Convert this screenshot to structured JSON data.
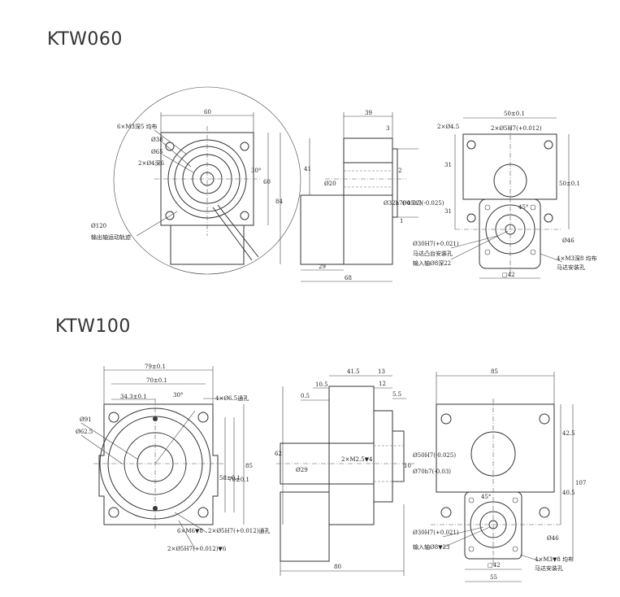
{
  "models": [
    {
      "title": "KTW060",
      "front_view": {
        "dims": [
          "60",
          "60",
          "84",
          "30°"
        ],
        "callouts": [
          "6×M3深5 均布",
          "Ø38",
          "Ø65",
          "2×Ø4深6",
          "Ø120",
          "输出轴运动轨迹"
        ]
      },
      "side_view": {
        "dims": [
          "39",
          "3",
          "41",
          "Ø20",
          "Ø32h7(-0.02)",
          "Ø45h7(-0.025)",
          "2",
          "1",
          "29",
          "68"
        ]
      },
      "rear_view": {
        "dims": [
          "50±0.1",
          "2×Ø4.5",
          "2×Ø5H7(+0.012)",
          "31",
          "31",
          "50±0.1",
          "45°",
          "Ø46",
          "□42"
        ],
        "callouts": [
          "Ø30H7(+0.021)",
          "马达凸台安装孔",
          "输入轴Ø8深22",
          "4×M3深8 均布",
          "马达安装孔"
        ]
      }
    },
    {
      "title": "KTW100",
      "front_view": {
        "dims": [
          "79±0.1",
          "70±0.1",
          "34.3±0.1",
          "30°",
          "Ø91",
          "Ø62.5",
          "58±0.1",
          "70±0.1",
          "85"
        ],
        "callouts": [
          "4×Ø6.5通孔",
          "6×M6▼8",
          "2×Ø5H7(+0.012)通孔",
          "2×Ø5H7(+0.012)▼6"
        ]
      },
      "side_view": {
        "dims": [
          "41.5",
          "13",
          "10.5",
          "12",
          "0.5",
          "5.5",
          "62",
          "Ø29",
          "2×M2.5▼4",
          "10",
          "Ø50H7(-0.025)",
          "Ø70h7(-0.03)",
          "80"
        ]
      },
      "rear_view": {
        "dims": [
          "85",
          "42.5",
          "107",
          "40.5",
          "45°",
          "Ø46",
          "□42",
          "55"
        ],
        "callouts": [
          "Ø30H7(+0.021)",
          "输入轴Ø8▼23",
          "4×M3▼8 均布",
          "马达安装孔"
        ]
      }
    }
  ]
}
